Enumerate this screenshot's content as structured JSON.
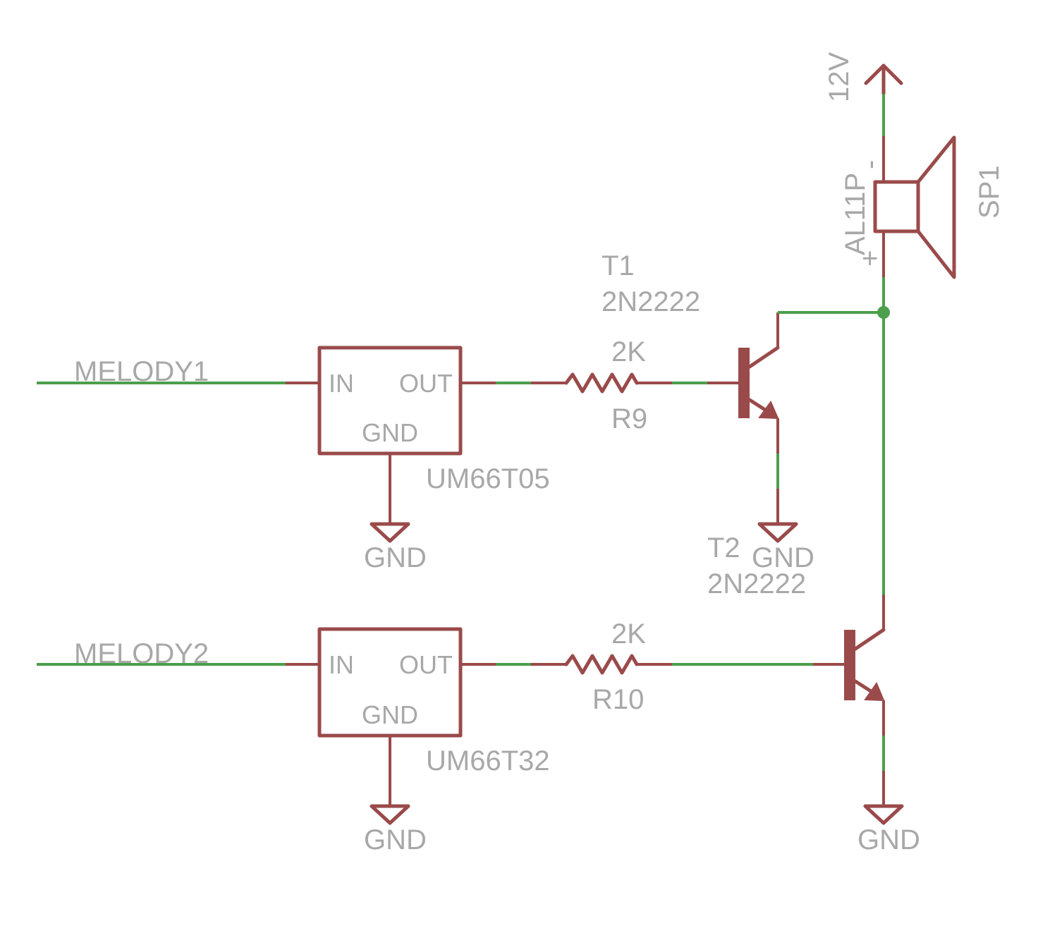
{
  "nets": {
    "melody1": "MELODY1",
    "melody2": "MELODY2",
    "supply": "12V",
    "gnd": "GND"
  },
  "ic1": {
    "pin_in": "IN",
    "pin_out": "OUT",
    "pin_gnd": "GND",
    "value": "UM66T05"
  },
  "ic2": {
    "pin_in": "IN",
    "pin_out": "OUT",
    "pin_gnd": "GND",
    "value": "UM66T32"
  },
  "r9": {
    "name": "R9",
    "value": "2K"
  },
  "r10": {
    "name": "R10",
    "value": "2K"
  },
  "t1": {
    "name": "T1",
    "value": "2N2222"
  },
  "t2": {
    "name": "T2",
    "value": "2N2222"
  },
  "sp1": {
    "name": "SP1",
    "value": "AL11P",
    "minus": "-",
    "plus": "+"
  },
  "colors": {
    "wire": "#4c9f4c",
    "symbol": "#9a4a4a",
    "label": "#a8a8a8"
  }
}
